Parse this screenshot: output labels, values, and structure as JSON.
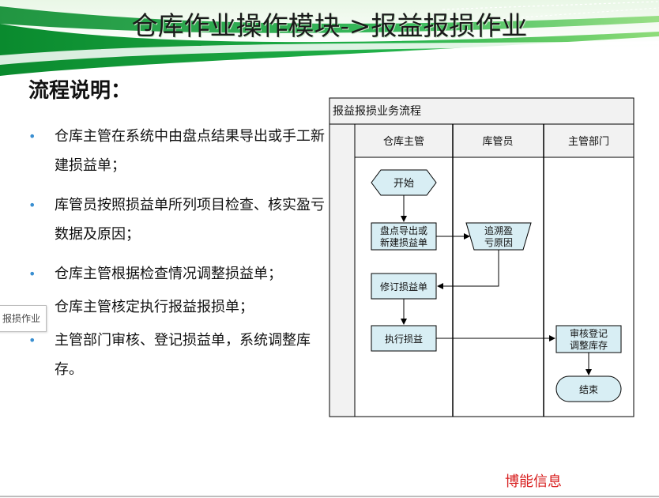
{
  "title": "仓库作业操作模块->报益报损作业",
  "section_heading": "流程说明：",
  "bullets": [
    "仓库主管在系统中由盘点结果导出或手工新建损益单；",
    "库管员按照损益单所列项目检查、核实盈亏数据及原因；",
    "仓库主管根据检查情况调整损益单；",
    "仓库主管核定执行报益报损单；",
    "主管部门审核、登记损益单，系统调整库存。"
  ],
  "side_tab_label": "报损作业",
  "diagram": {
    "title": "报益报损业务流程",
    "lanes": [
      "仓库主管",
      "库管员",
      "主管部门"
    ],
    "nodes": {
      "start": "开始",
      "export_line1": "盘点导出或",
      "export_line2": "新建损益单",
      "trace_line1": "追溯盈",
      "trace_line2": "亏原因",
      "revise": "修订损益单",
      "execute": "执行损益",
      "audit_line1": "审核登记",
      "audit_line2": "调整库存",
      "end": "结束"
    },
    "colors": {
      "node_fill": "#d8eef4",
      "header_fill": "#f2f2f2",
      "line": "#000000"
    }
  },
  "footer_brand": "博能信息"
}
